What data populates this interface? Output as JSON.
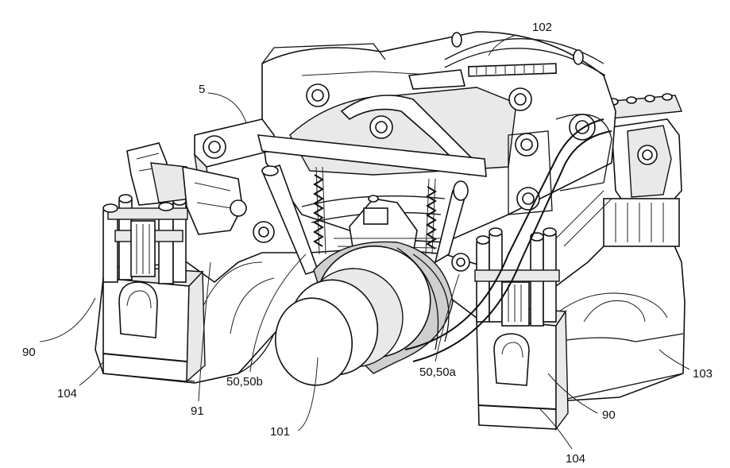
{
  "labels": {
    "l_102": "102",
    "l_5": "5",
    "l_90_left": "90",
    "l_104_left": "104",
    "l_91": "91",
    "l_50_50b": "50,50b",
    "l_101": "101",
    "l_50_50a": "50,50a",
    "l_103": "103",
    "l_90_right": "90",
    "l_104_right": "104"
  }
}
